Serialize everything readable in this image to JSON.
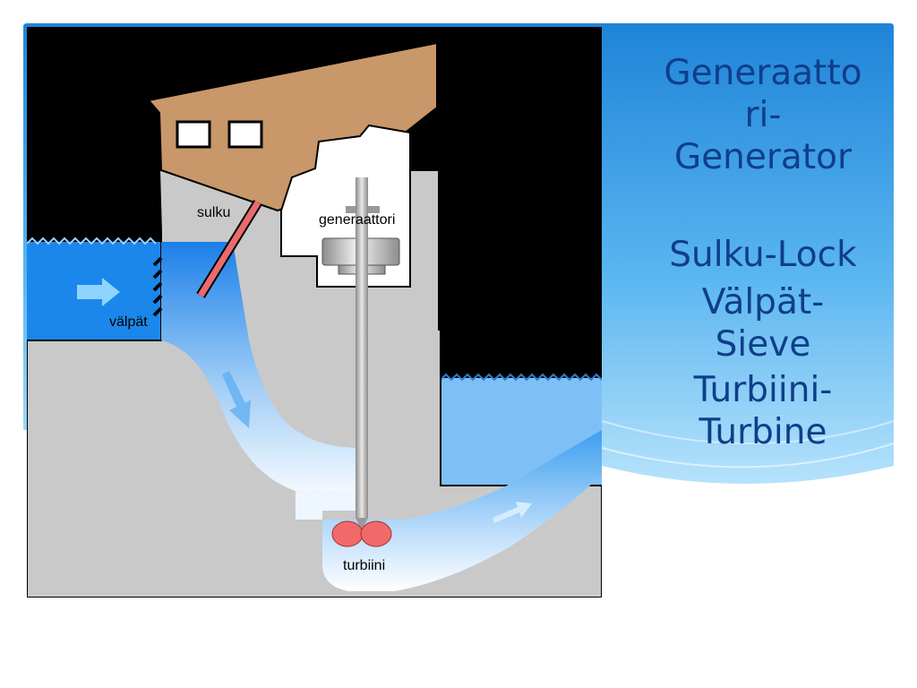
{
  "labels": {
    "title_line1": "Generaatto",
    "title_line2": "ri-",
    "title_line3": "Generator",
    "lock": "Sulku-Lock",
    "sieve_line1": "Välpät-",
    "sieve_line2": "Sieve",
    "turbine_line1": "Turbiini-",
    "turbine_line2": "Turbine"
  },
  "diagram": {
    "sulku": "sulku",
    "generaattori": "generaattori",
    "valpat": "välpät",
    "turbiini": "turbiini"
  },
  "colors": {
    "accent_blue": "#1e84d8",
    "light_blue": "#a9dcfa",
    "text_blue": "#0f3e8a",
    "roof_brown": "#c8976a",
    "water_blue": "#1b87ea",
    "concrete_gray": "#c9c9c9",
    "turbine_red": "#f06a6a"
  }
}
